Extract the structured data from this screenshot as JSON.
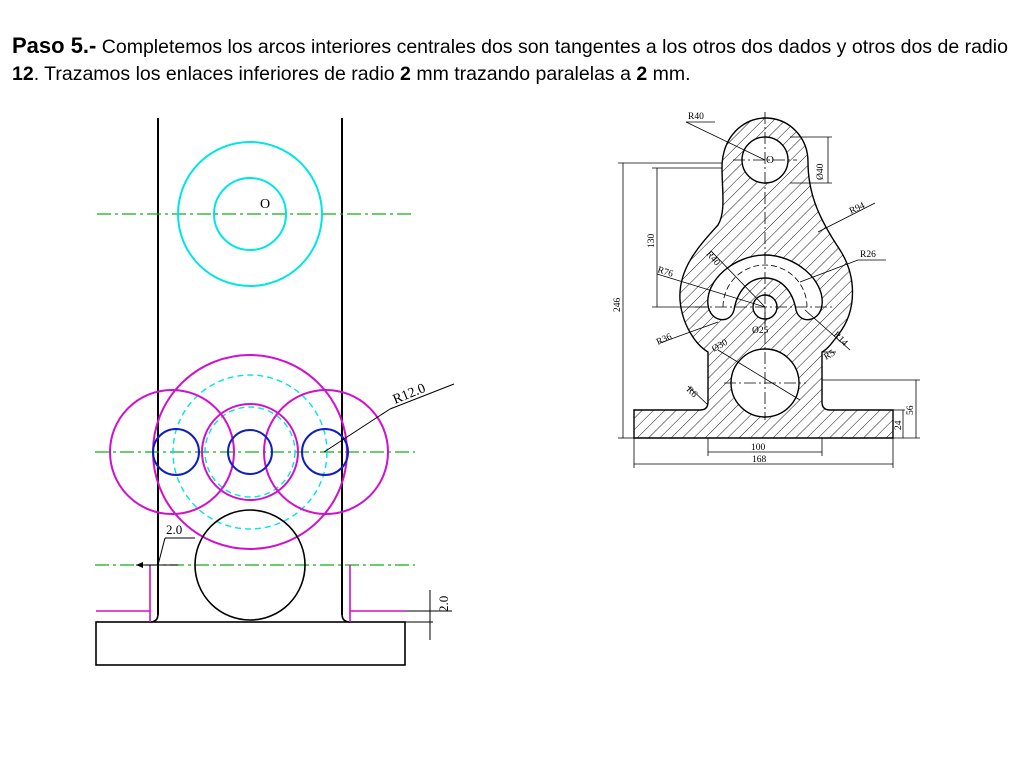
{
  "title": {
    "step": "Paso 5.-",
    "p1": " Completemos los arcos interiores centrales  dos son tangentes a los otros dos dados y otros dos de radio ",
    "b1": "12",
    "p2": ". Trazamos los enlaces inferiores de radio ",
    "b2": "2",
    "p3": " mm  trazando paralelas a ",
    "b3": "2",
    "p4": " mm."
  },
  "left_drawing": {
    "center_label": "O",
    "dim_radius": "R12.0",
    "dim_offset": "2.0",
    "dim_vertical": "2.0"
  },
  "right_drawing": {
    "center_label": "O",
    "dims": {
      "r40_top": "R40",
      "d40": "Ø40",
      "r94": "R94",
      "v130": "130",
      "r40_inner": "R40",
      "r26": "R26",
      "r76": "R76",
      "h246": "246",
      "d25": "Ø25",
      "r36": "R36",
      "r14": "R14",
      "d30": "Ø30",
      "r5": "R5",
      "r6": "R6",
      "v56": "56",
      "v24": "24",
      "w100": "100",
      "w168": "168"
    }
  },
  "colors": {
    "cyan": "#00e5e5",
    "magenta": "#d010d0",
    "blue": "#1020c0",
    "green": "#10b010",
    "black": "#000000"
  }
}
